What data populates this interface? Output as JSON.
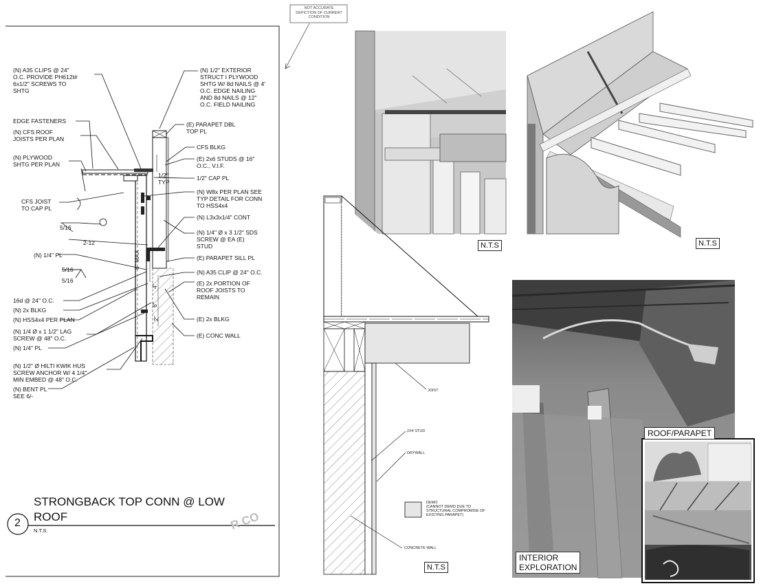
{
  "disclaimer": "NOT ACCURATE\nDEPICTION OF CURRENT\nCONDITION",
  "detail": {
    "number": "2",
    "title_line1": "STRONGBACK TOP CONN @ LOW",
    "title_line2": "ROOF",
    "scale": "N.T.S.",
    "watermark": "R CO"
  },
  "left_notes": [
    "(N) A35 CLIPS @ 24\"\nO.C. PROVIDE PH612I#\n6x1/2\" SCREWS TO\nSHTG",
    "EDGE FASTENERS",
    "(N) CFS ROOF\nJOISTS PER PLAN",
    "(N) PLYWOOD\nSHTG PER PLAN",
    "CFS JOIST\nTO CAP PL",
    "5/16",
    "2-12",
    "(N) 1/4\" PL",
    "5/16",
    "5/16",
    "16d @ 24\" O.C.",
    "(N) 2x BLKG",
    "(N) HSS4x4 PER PLAN",
    "(N) 1/4 Ø x 1 1/2\" LAG\nSCREW @ 48\" O.C.",
    "(N) 1/4\" PL",
    "(N) 1/2\" Ø HILTI KWIK HUS\nSCREW ANCHOR W/ 4 1/4\"\nMIN EMBED @ 48\" O.C.",
    "(N) BENT PL\nSEE 6/-"
  ],
  "right_notes": [
    "(N) 1/2\" EXTERIOR\nSTRUCT I PLYWOOD\nSHTG W/ 8d NAILS @ 4'\nO.C. EDGE NAILING\nAND 8d NAILS @ 12\"\nO.C. FIELD NAILING",
    "(E) PARAPET DBL\nTOP PL",
    "CFS BLKG",
    "(E) 2x6 STUDS @ 16\"\nO.C., V.I.F.",
    "1/2\" CAP PL",
    "(N) W8x PER PLAN SEE\nTYP DETAIL FOR CONN\nTO HSS4x4",
    "(N) L3x3x1/4\" CONT",
    "(N) 1/4\" Ø x 3 1/2\" SDS\nSCREW @ EA (E)\nSTUD",
    "(E) PARAPET SILL PL",
    "(N) A35 CLIP @ 24\" O.C.",
    "(E) 2x PORTION OF\nROOF JOISTS TO\nREMAIN",
    "(E) 2x BLKG",
    "(E) CONC WALL"
  ],
  "dims": {
    "typ": "1/2\"\nTYP",
    "max": "6\" MAX",
    "d4": "4\"",
    "d6": "6\"",
    "d2": "2\""
  },
  "section": {
    "joist": "JOIST",
    "stud": "2X4 STUD",
    "drywall": "DRYWALL",
    "concrete": "CONCRETE WALL",
    "legend": "DEMO\n(CANNOT DEMO DUE TO\nSTRUCTURAL COMPROMISE OF\nEXISTING PARAPET)",
    "nts": "N.T.S"
  },
  "render_nts": [
    "N.T.S",
    "N.T.S"
  ],
  "photos": {
    "roof_parapet": "ROOF/PARAPET",
    "interior": "INTERIOR\nEXPLORATION"
  }
}
